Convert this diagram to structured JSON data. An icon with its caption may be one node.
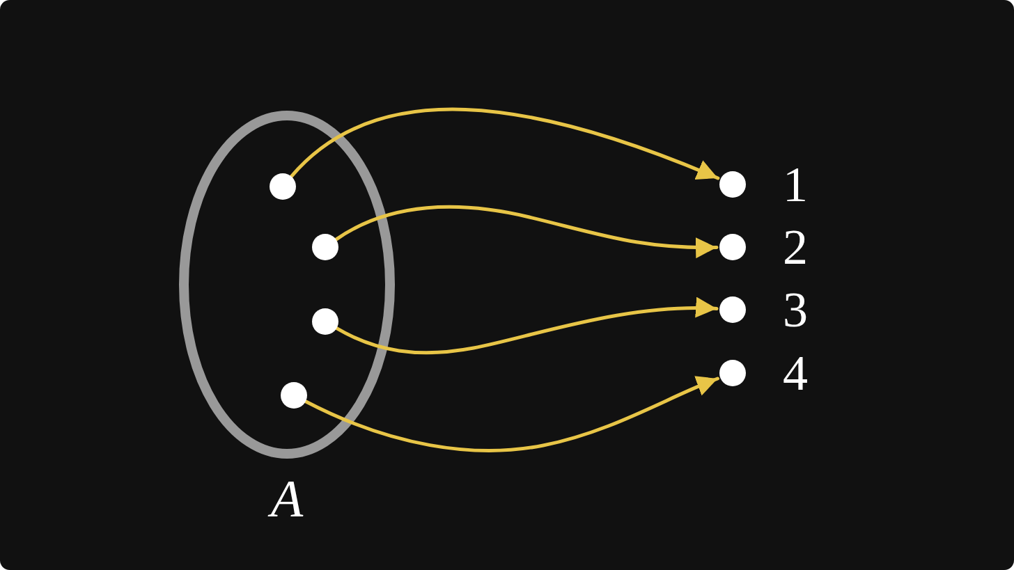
{
  "diagram": {
    "nodes": [
      {
        "text": [
          "A"
        ]
      },
      {
        "text": [],
        "shape": "circle",
        "in": 0
      },
      {
        "text": [],
        "shape": "circle",
        "in": 0
      },
      {
        "text": [],
        "shape": "circle",
        "in": 0
      },
      {
        "text": [],
        "shape": "circle",
        "in": 0
      },
      {
        "text": [],
        "shape": "circle",
        "beside": [
          "1"
        ]
      },
      {
        "text": [],
        "shape": "circle",
        "beside": [
          "2"
        ]
      },
      {
        "text": [],
        "shape": "circle",
        "beside": [
          "3"
        ]
      },
      {
        "text": [],
        "shape": "circle",
        "beside": [
          "4"
        ]
      }
    ],
    "edges": [
      {
        "from": 1,
        "to": 5,
        "arrow": "to"
      },
      {
        "from": 2,
        "to": 6,
        "arrow": "to"
      },
      {
        "from": 3,
        "to": 7,
        "arrow": "to"
      },
      {
        "from": 4,
        "to": 8,
        "arrow": "to"
      }
    ]
  }
}
